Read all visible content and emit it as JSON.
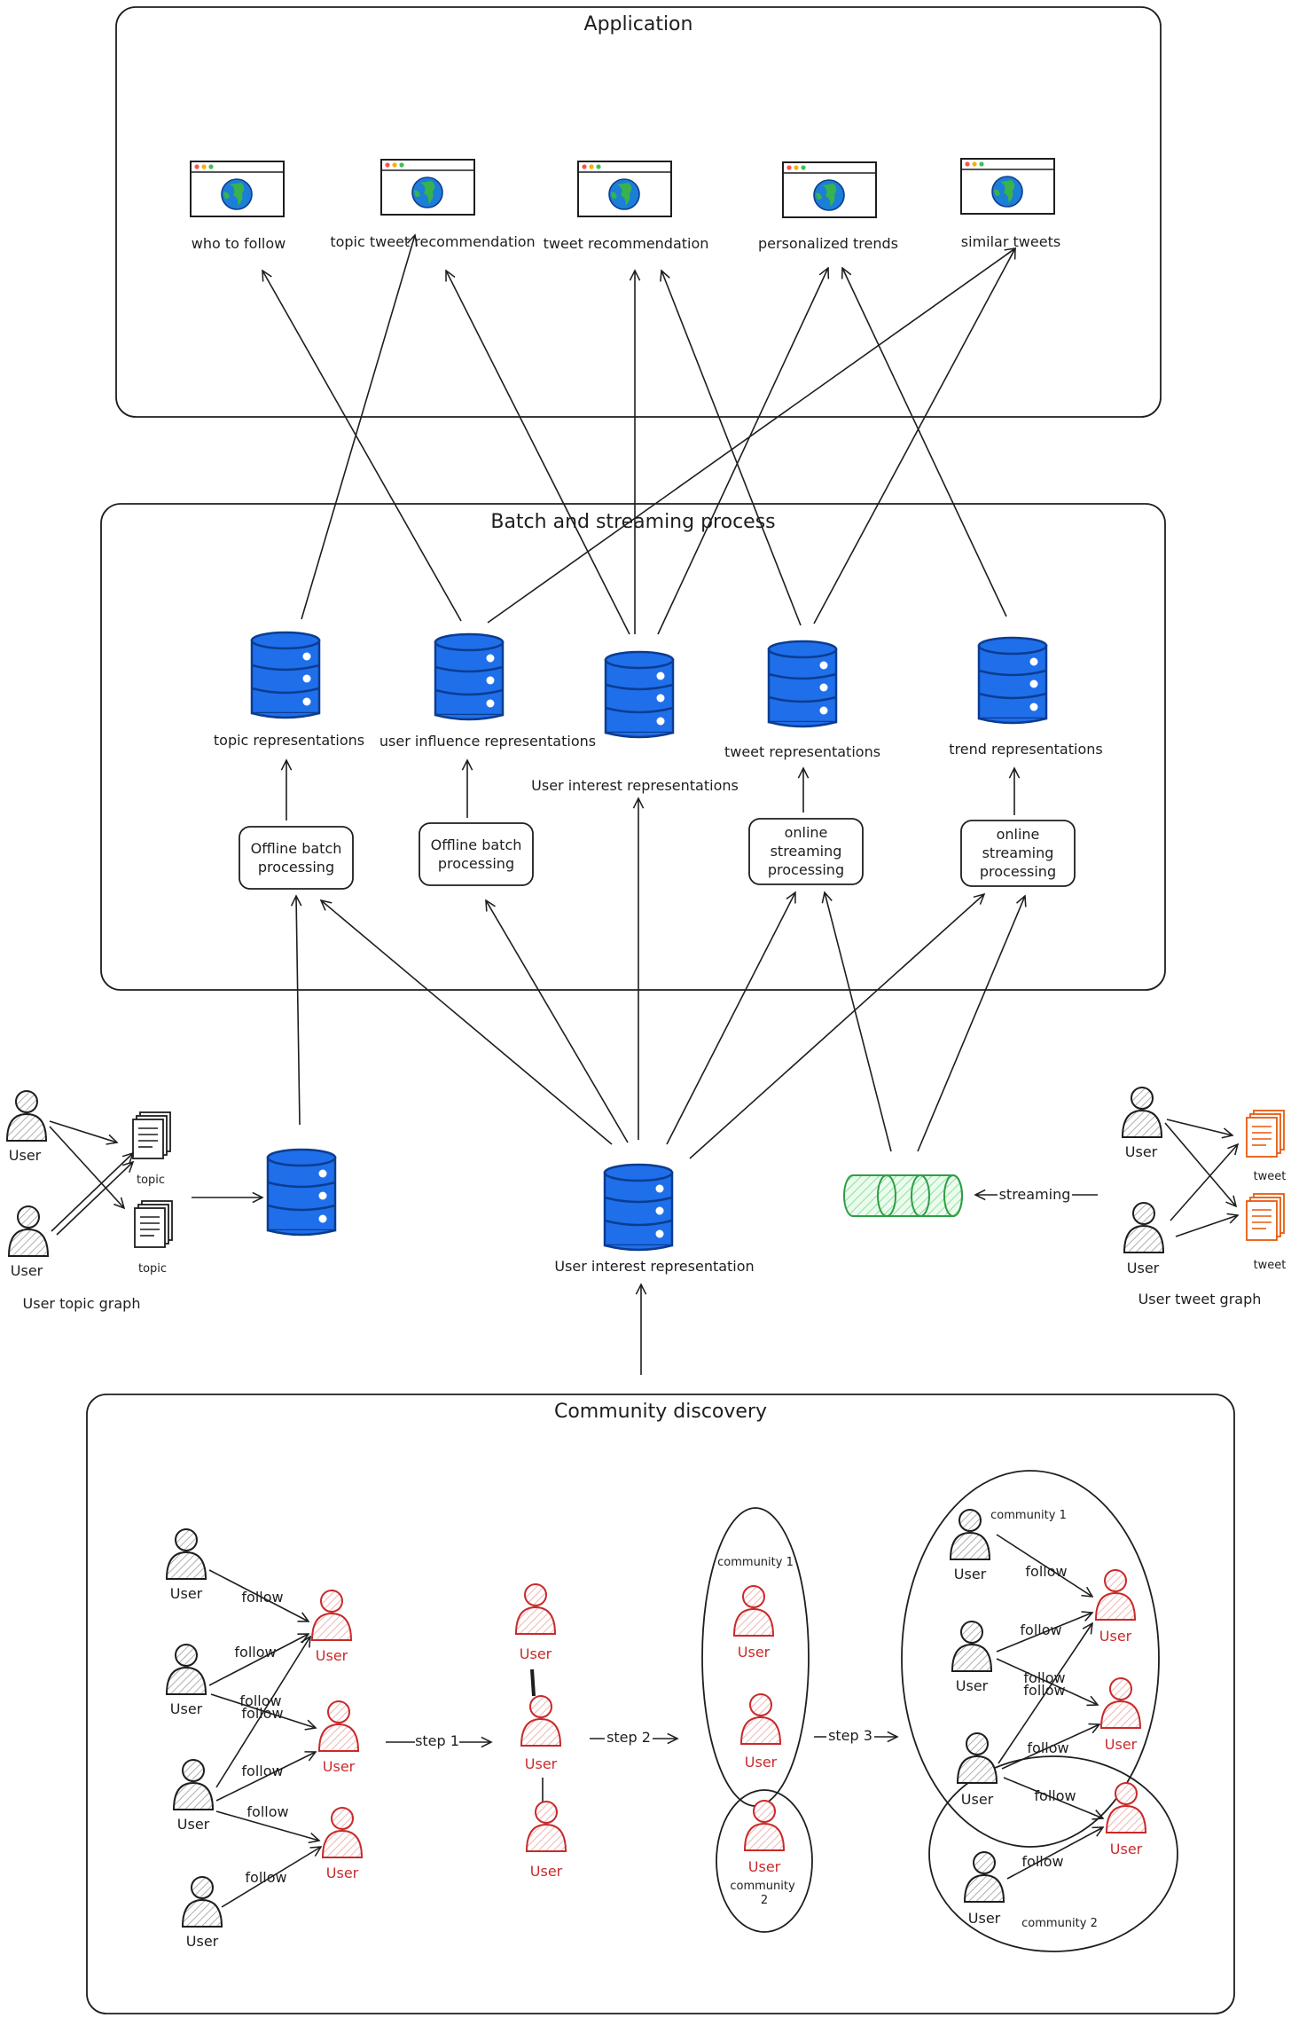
{
  "sections": {
    "application": "Application",
    "batch": "Batch and streaming process",
    "community": "Community discovery"
  },
  "apps": [
    "who to follow",
    "topic tweet recommendation",
    "tweet recommendation",
    "personalized trends",
    "similar tweets"
  ],
  "representations": {
    "topic": "topic representations",
    "user_influence": "user influence representations",
    "user_interest": "User interest representations",
    "tweet": "tweet representations",
    "trend": "trend representations"
  },
  "processing": {
    "offline_line1": "Offline batch",
    "offline_line2": "processing",
    "online_line1": "online",
    "online_line2": "streaming",
    "online_line3": "processing"
  },
  "inputs": {
    "user": "User",
    "topic": "topic",
    "tweet": "tweet",
    "user_topic_graph": "User topic graph",
    "user_tweet_graph": "User tweet graph",
    "user_interest_representation": "User interest representation",
    "streaming": "streaming"
  },
  "community": {
    "user": "User",
    "follow": "follow",
    "step1": "step 1",
    "step2": "step 2",
    "step3": "step 3",
    "community1": "community 1",
    "community2": "community 2",
    "community_word": "community",
    "two": "2"
  },
  "colors": {
    "db_blue": "#1f6feb",
    "red_user": "#c92a2a",
    "queue_green": "#2f9e44",
    "doc_orange": "#e8590c",
    "globe_blue": "#1c7ed6",
    "globe_green": "#37b24d"
  },
  "icons": [
    "browser-globe-icon",
    "database-icon",
    "user-icon",
    "document-stack-icon",
    "queue-cylinder-icon"
  ]
}
